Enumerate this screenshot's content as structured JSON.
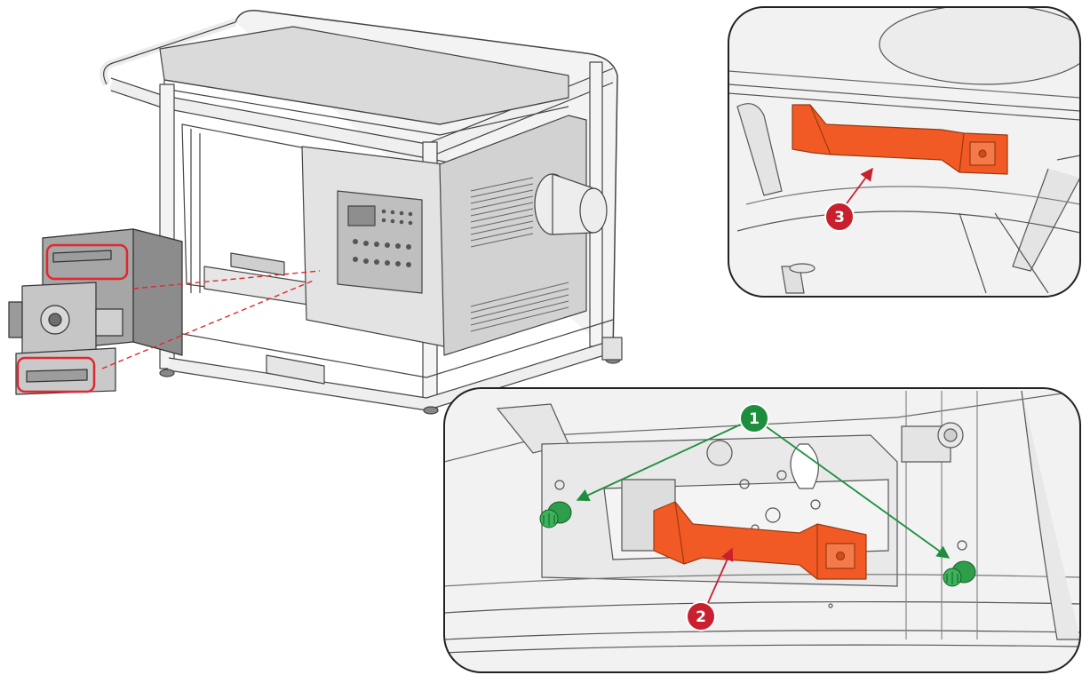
{
  "figure": {
    "callouts": [
      {
        "number": "1",
        "color": "#1e8e3e",
        "target": "lamp-house-fixing-screws"
      },
      {
        "number": "2",
        "color": "#c8202f",
        "target": "bottom-handle"
      },
      {
        "number": "3",
        "color": "#c8202f",
        "target": "top-handle"
      }
    ],
    "colors": {
      "highlight_frame": "#e0282e",
      "handle": "#f15a24",
      "screw": "#2e9e4a",
      "line_art": "#555555",
      "projector_body": "#d6d6d6"
    }
  }
}
